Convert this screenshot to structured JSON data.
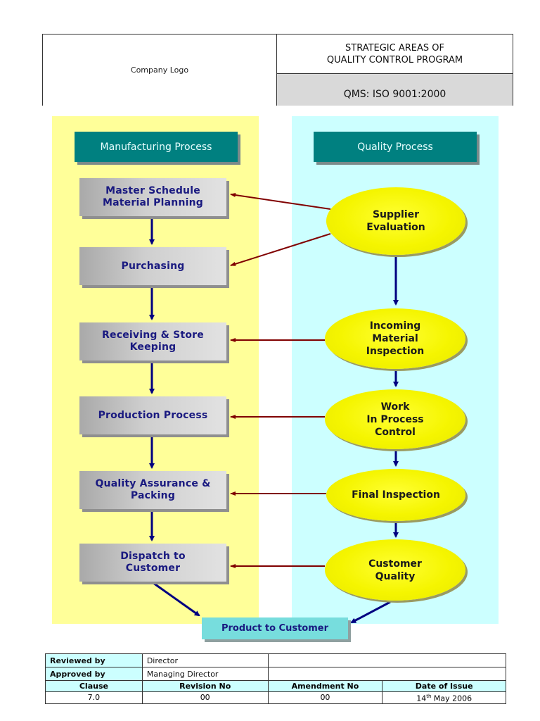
{
  "header": {
    "logo_text": "Company Logo",
    "title_line1": "STRATEGIC AREAS OF",
    "title_line2": "QUALITY CONTROL PROGRAM",
    "standard": "QMS: ISO 9001:2000"
  },
  "colors": {
    "manufacturing_panel": "#ffff99",
    "quality_panel": "#ccffff",
    "section_header": "#008080",
    "process_text": "#1a1a80",
    "flow_arrow": "#000080",
    "feedback_arrow": "#800000",
    "ellipse": "#f5f500",
    "product_box": "#77dddd"
  },
  "manufacturing": {
    "title": "Manufacturing Process",
    "steps": [
      {
        "line1": "Master Schedule",
        "line2": "Material Planning"
      },
      {
        "line1": "Purchasing",
        "line2": ""
      },
      {
        "line1": "Receiving & Store",
        "line2": "Keeping"
      },
      {
        "line1": "Production Process",
        "line2": ""
      },
      {
        "line1": "Quality Assurance &",
        "line2": "Packing"
      },
      {
        "line1": "Dispatch to",
        "line2": "Customer"
      }
    ]
  },
  "quality": {
    "title": "Quality Process",
    "steps": [
      {
        "line1": "Supplier",
        "line2": "Evaluation",
        "line3": ""
      },
      {
        "line1": "Incoming",
        "line2": "Material",
        "line3": "Inspection"
      },
      {
        "line1": "Work",
        "line2": "In Process",
        "line3": "Control"
      },
      {
        "line1": "Final Inspection",
        "line2": "",
        "line3": ""
      },
      {
        "line1": "Customer",
        "line2": "Quality",
        "line3": ""
      }
    ]
  },
  "output": {
    "label": "Product to Customer"
  },
  "footer": {
    "reviewed_label": "Reviewed by",
    "reviewed_value": "Director",
    "approved_label": "Approved by",
    "approved_value": "Managing Director",
    "columns": [
      "Clause",
      "Revision No",
      "Amendment No",
      "Date of Issue"
    ],
    "values": {
      "clause": "7.0",
      "revision": "00",
      "amendment": "00",
      "date_day": "14",
      "date_suffix": "th",
      "date_rest": " May 2006"
    }
  }
}
